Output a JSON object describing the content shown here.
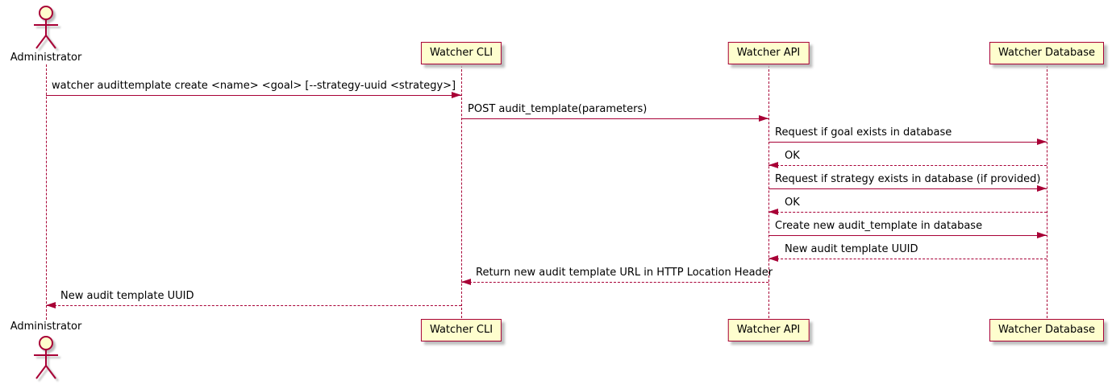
{
  "diagram_type": "UML sequence diagram",
  "colors": {
    "accent": "#A80036",
    "participant_fill": "#FEFECE",
    "text": "#000000",
    "shadow": "#bdbdbd",
    "background": "#ffffff"
  },
  "actor": {
    "name": "Administrator"
  },
  "participants": [
    {
      "label": "Watcher CLI"
    },
    {
      "label": "Watcher API"
    },
    {
      "label": "Watcher Database"
    }
  ],
  "messages": [
    {
      "from": "Administrator",
      "to": "Watcher CLI",
      "style": "solid",
      "label": "watcher audittemplate create <name> <goal> [--strategy-uuid <strategy>]"
    },
    {
      "from": "Watcher CLI",
      "to": "Watcher API",
      "style": "solid",
      "label": "POST audit_template(parameters)"
    },
    {
      "from": "Watcher API",
      "to": "Watcher Database",
      "style": "solid",
      "label": "Request if goal exists in database"
    },
    {
      "from": "Watcher Database",
      "to": "Watcher API",
      "style": "dashed",
      "label": "OK"
    },
    {
      "from": "Watcher API",
      "to": "Watcher Database",
      "style": "solid",
      "label": "Request if strategy exists in database (if provided)"
    },
    {
      "from": "Watcher Database",
      "to": "Watcher API",
      "style": "dashed",
      "label": "OK"
    },
    {
      "from": "Watcher API",
      "to": "Watcher Database",
      "style": "solid",
      "label": "Create new audit_template in database"
    },
    {
      "from": "Watcher Database",
      "to": "Watcher API",
      "style": "dashed",
      "label": "New audit template UUID"
    },
    {
      "from": "Watcher API",
      "to": "Watcher CLI",
      "style": "dashed",
      "label": "Return new audit template URL in HTTP Location Header"
    },
    {
      "from": "Watcher CLI",
      "to": "Administrator",
      "style": "dashed",
      "label": "New audit template UUID"
    }
  ]
}
